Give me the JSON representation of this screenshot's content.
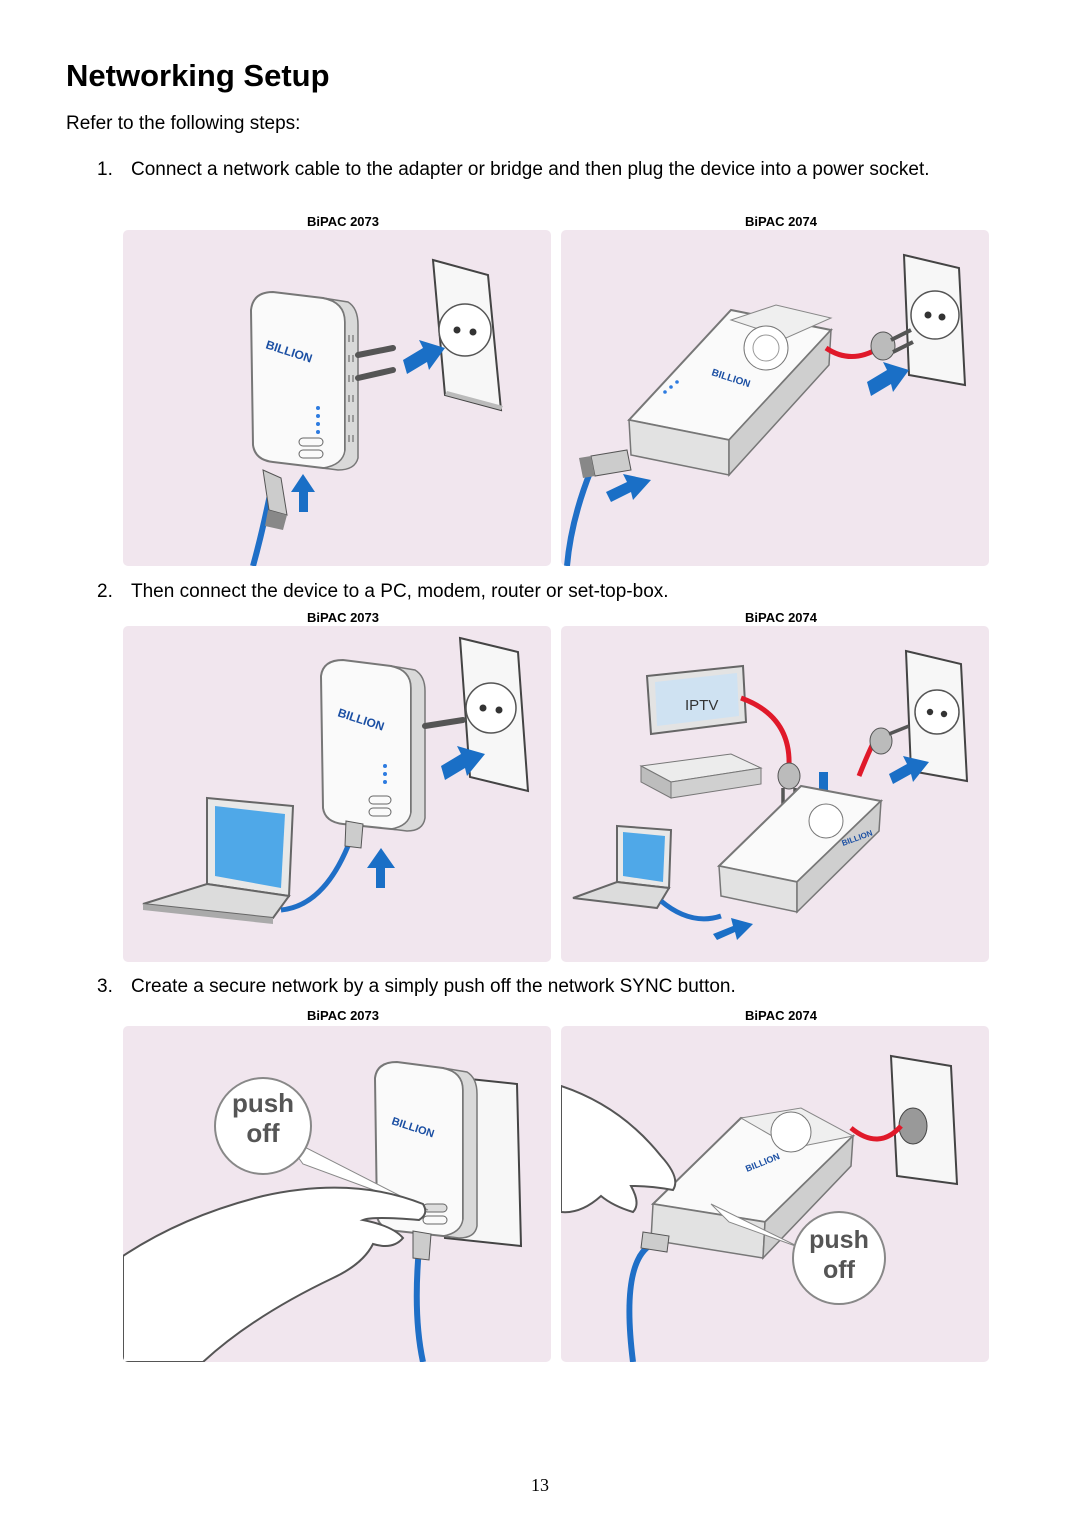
{
  "page": {
    "title": "Networking Setup",
    "intro": "Refer to the following steps:",
    "page_number": "13"
  },
  "steps": [
    {
      "number": "1.",
      "text": "Connect a network cable to the adapter or bridge and then plug the device into a power socket.",
      "left_model": "BiPAC 2073",
      "right_model": "BiPAC 2074"
    },
    {
      "number": "2.",
      "text": "Then connect the device to a PC, modem, router or set-top-box.",
      "left_model": "BiPAC 2073",
      "right_model": "BiPAC 2074"
    },
    {
      "number": "3.",
      "text": "Create a secure network by a simply push off the network SYNC button.",
      "left_model": "BiPAC 2073",
      "right_model": "BiPAC 2074"
    }
  ],
  "illustrations": {
    "brand_logo": "BILLION",
    "iptv_label": "IPTV",
    "push_off_line1": "push",
    "push_off_line2": "off"
  },
  "colors": {
    "panel_background": "#f1e6ee",
    "network_cable": "#1f6fc7",
    "power_cable": "#e0192a",
    "arrow": "#1a6fc6",
    "brand_logo": "#1b4fa3"
  }
}
